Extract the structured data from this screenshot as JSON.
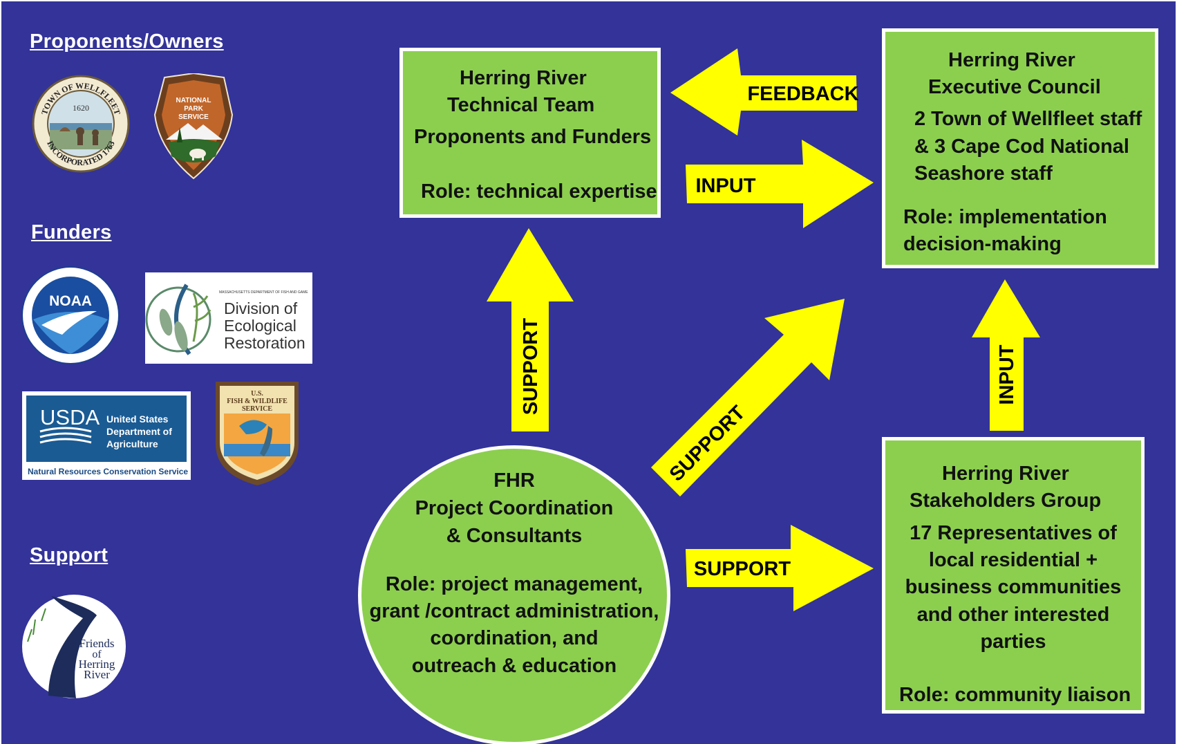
{
  "colors": {
    "background": "#333399",
    "box": "#8ccf4f",
    "arrow": "#ffff00",
    "border": "#ffffff"
  },
  "sidebar": {
    "owners_heading": "Proponents/Owners",
    "funders_heading": "Funders",
    "support_heading": "Support",
    "wellfleet_seal": {
      "icon": "town-seal-icon",
      "year": "1620",
      "arc_top": "TOWN OF WELLFLEET",
      "arc_bottom": "INCORPORATED 1763"
    },
    "nps": {
      "icon": "nps-arrowhead-icon",
      "text": "NATIONAL PARK SERVICE"
    },
    "noaa": {
      "icon": "noaa-logo-icon",
      "text": "NOAA"
    },
    "der": {
      "icon": "der-logo-icon",
      "small": "MASSACHUSETTS DEPARTMENT OF FISH AND GAME",
      "line1": "Division of",
      "line2": "Ecological",
      "line3": "Restoration"
    },
    "usda": {
      "icon": "usda-logo-icon",
      "mark": "USDA",
      "line1": "United States",
      "line2": "Department of",
      "line3": "Agriculture",
      "footer": "Natural Resources Conservation Service"
    },
    "fws": {
      "icon": "fws-shield-icon",
      "text": "U.S. FISH & WILDLIFE SERVICE"
    },
    "fhr_logo": {
      "icon": "friends-herring-river-icon",
      "line1": "Friends",
      "line2": "of",
      "line3": "Herring",
      "line4": "River"
    }
  },
  "technical_team": {
    "line1": "Herring River",
    "line2": "Technical Team",
    "line3": "Proponents and Funders",
    "role": "Role: technical expertise"
  },
  "executive_council": {
    "line1": "Herring River",
    "line2": "Executive Council",
    "line3": "2 Town of Wellfleet staff",
    "line4": "&  3 Cape Cod National",
    "line5": "Seashore staff",
    "role1": "Role: implementation",
    "role2": "decision-making"
  },
  "stakeholders": {
    "line1": "Herring River",
    "line2": "Stakeholders Group",
    "line3": "17 Representatives of",
    "line4": "local residential +",
    "line5": "business communities",
    "line6": "and other interested",
    "line7": "parties",
    "role": "Role: community liaison"
  },
  "fhr": {
    "line1": "FHR",
    "line2": "Project Coordination",
    "line3": "& Consultants",
    "role1": "Role: project management,",
    "role2": "grant /contract administration,",
    "role3": "coordination,  and",
    "role4": "outreach & education"
  },
  "arrows": {
    "feedback": "FEEDBACK",
    "input_right": "INPUT",
    "support_up": "SUPPORT",
    "support_diag": "SUPPORT",
    "input_up": "INPUT",
    "support_right": "SUPPORT"
  }
}
